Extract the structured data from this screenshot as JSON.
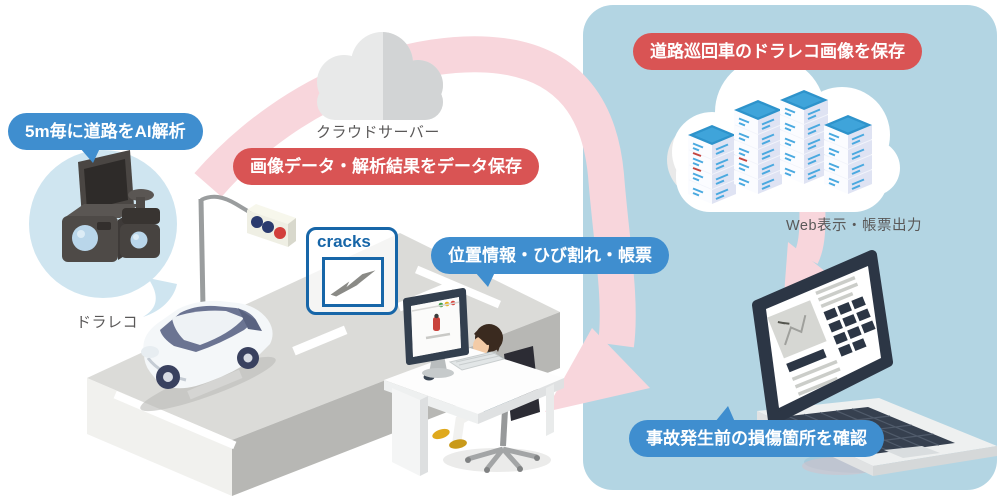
{
  "colors": {
    "accent_blue": "#3f8ecf",
    "accent_red": "#d95454",
    "panel_blue": "#b3d5e3",
    "arrow_pink": "#f8d6dc",
    "caption_gray": "#5a5858",
    "cracks_blue": "#1766a8"
  },
  "labels": {
    "ai_analysis": "5m毎に道路をAI解析",
    "dashcam": "ドラレコ",
    "cloud_server": "クラウドサーバー",
    "save_analysis": "画像データ・解析結果をデータ保存",
    "location_cracks_report": "位置情報・ひび割れ・帳票",
    "cracks_tag": "cracks",
    "save_patrol_images": "道路巡回車のドラレコ画像を保存",
    "web_report_output": "Web表示・帳票出力",
    "check_damage": "事故発生前の損傷箇所を確認"
  },
  "icons": {
    "dashcam": "dashcam-camera",
    "cloud": "cloud",
    "server_cloud": "cloud-with-server-racks",
    "car": "white-hatchback-car",
    "traffic_light": "traffic-light",
    "road": "isometric-road",
    "operator": "person-at-desk-with-monitor",
    "laptop": "laptop-with-report",
    "crack": "road-crack",
    "flow_arrows": "pink-curved-flow-arrows"
  }
}
